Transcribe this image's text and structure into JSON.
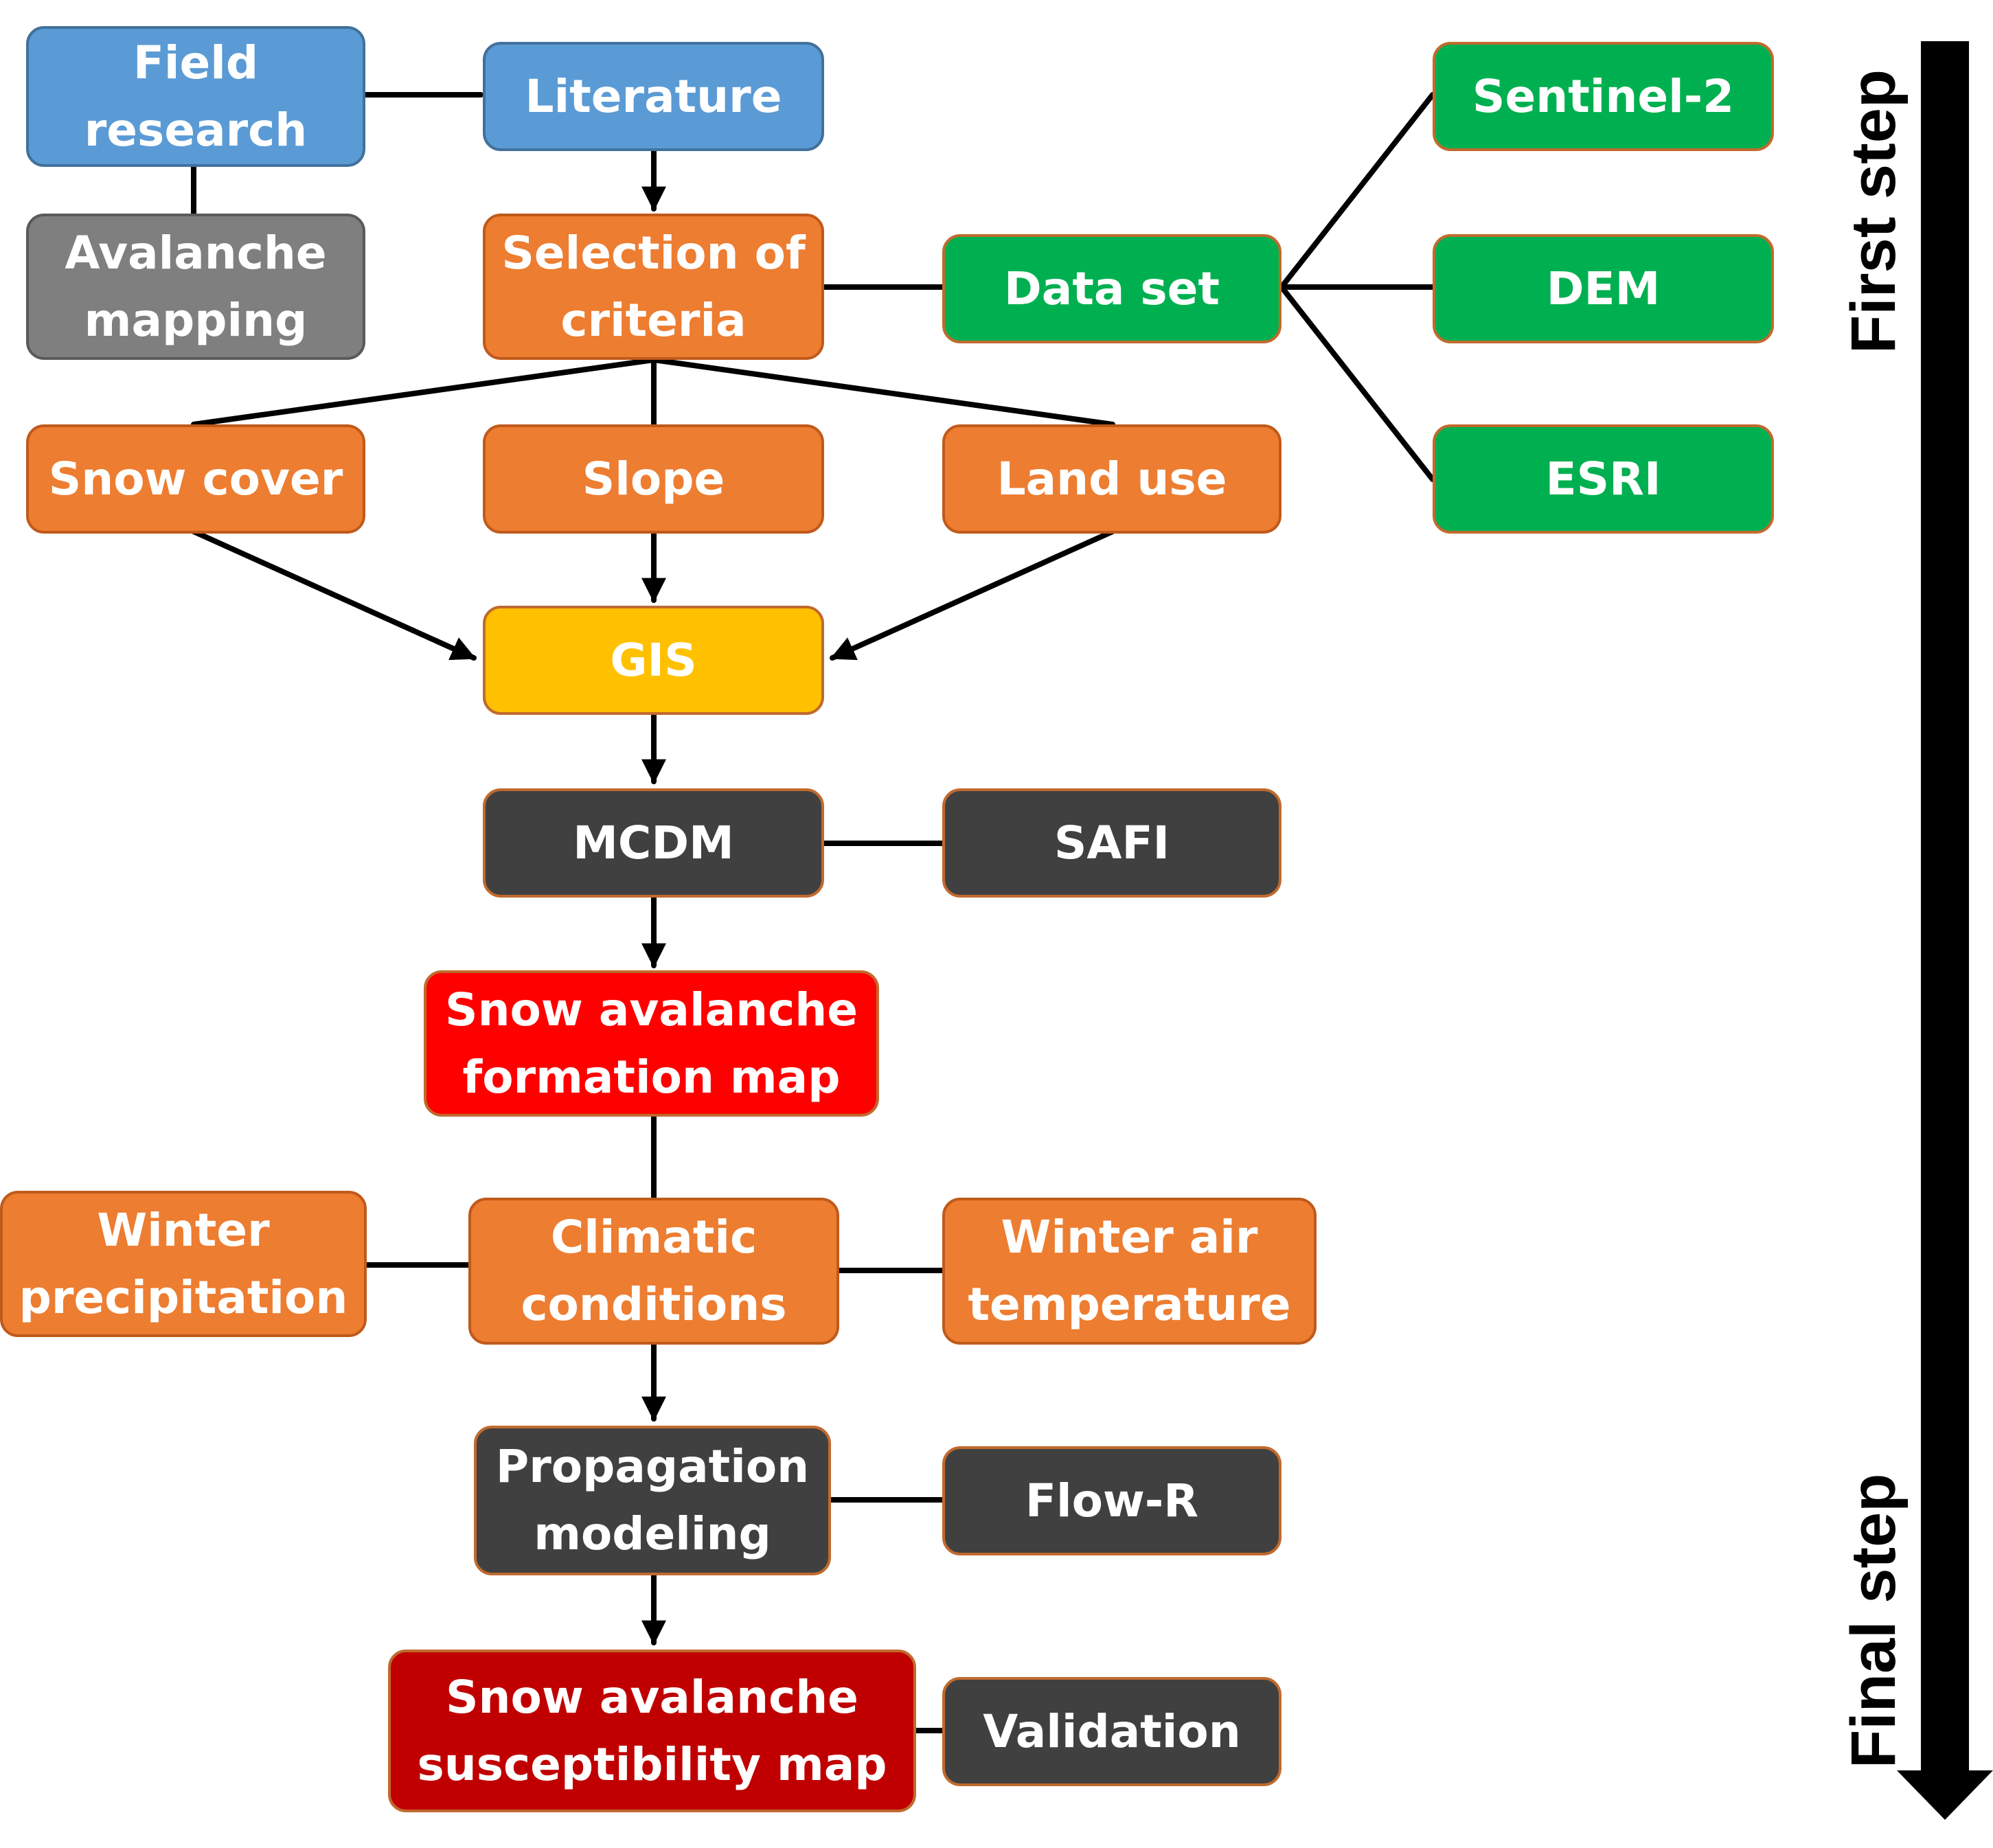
{
  "nodes": {
    "field_research": "Field\nresearch",
    "literature": "Literature",
    "avalanche_mapping": "Avalanche\nmapping",
    "selection_of_criteria": "Selection of\ncriteria",
    "data_set": "Data set",
    "sentinel2": "Sentinel-2",
    "dem": "DEM",
    "esri": "ESRI",
    "snow_cover": "Snow cover",
    "slope": "Slope",
    "land_use": "Land use",
    "gis": "GIS",
    "mcdm": "MCDM",
    "safi": "SAFI",
    "formation_map": "Snow avalanche\nformation map",
    "winter_precipitation": "Winter\nprecipitation",
    "climatic_conditions": "Climatic\nconditions",
    "winter_air_temperature": "Winter air\ntemperature",
    "propagation_modeling": "Propagation\nmodeling",
    "flow_r": "Flow-R",
    "susceptibility_map": "Snow avalanche\nsusceptibility map",
    "validation": "Validation"
  },
  "steps": {
    "first": "First step",
    "final": "Final step"
  },
  "colors": {
    "blue": "#5b9bd5",
    "grey": "#7f7f7f",
    "orange": "#ed7d31",
    "green": "#00b050",
    "gold": "#ffc000",
    "dark": "#404040",
    "red": "#ff0000",
    "maroon": "#c00000",
    "connector": "#000000"
  }
}
